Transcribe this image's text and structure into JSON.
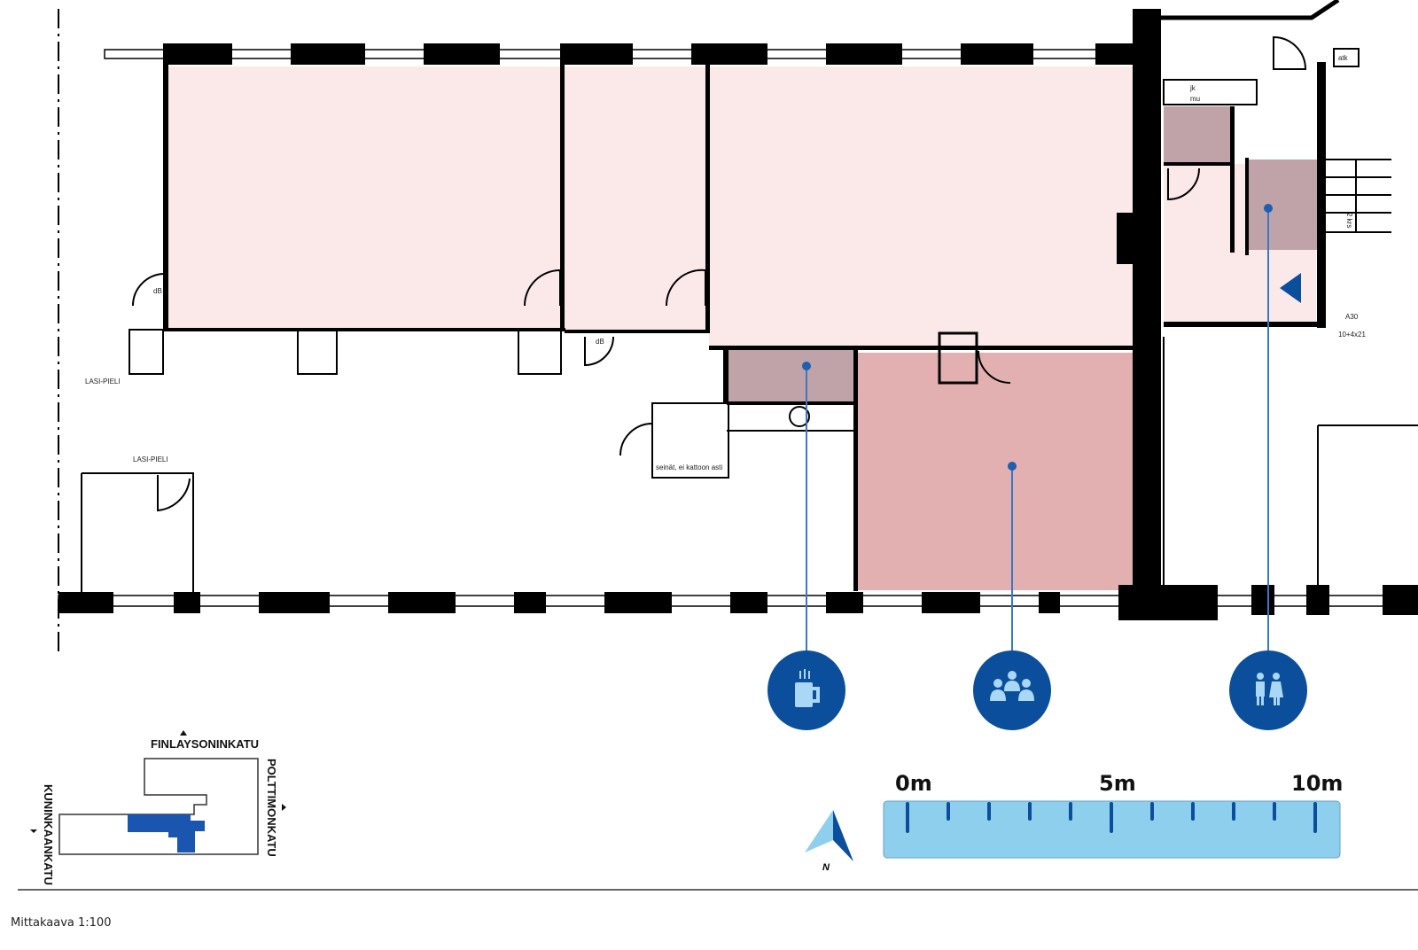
{
  "plan": {
    "labels": {
      "lasipieli_1": "LASI-PIELI",
      "lasipieli_2": "LASI-PIELI",
      "db_1": "dB",
      "db_2": "dB",
      "wall_note": "seinät, ei kattoon asti",
      "atk": "atk",
      "jk": "jk",
      "mu": "mu",
      "a30": "A30",
      "door_size": "10+4x21",
      "stairs": "2 krs"
    },
    "colors": {
      "room_light": "#fbe9ea",
      "room_meeting": "#e3b0b2",
      "room_service": "#bfa3a8",
      "marker": "#0b4f9c",
      "marker_line": "#3a78c4",
      "scale_fill": "#8ecfee"
    }
  },
  "markers": [
    {
      "id": "kitchen",
      "icon": "coffee-mug-icon"
    },
    {
      "id": "meeting-room",
      "icon": "group-people-icon"
    },
    {
      "id": "restroom",
      "icon": "restroom-icon"
    }
  ],
  "scale_bar": {
    "labels": [
      "0m",
      "5m",
      "10m"
    ]
  },
  "north_arrow": {
    "label": "N"
  },
  "locator": {
    "streets": {
      "north": "FINLAYSONINKATU",
      "east": "POLTTIMONKATU",
      "west": "KUNINKAANKATU"
    }
  },
  "footer": {
    "scale_text": "Mittakaava 1:100"
  }
}
